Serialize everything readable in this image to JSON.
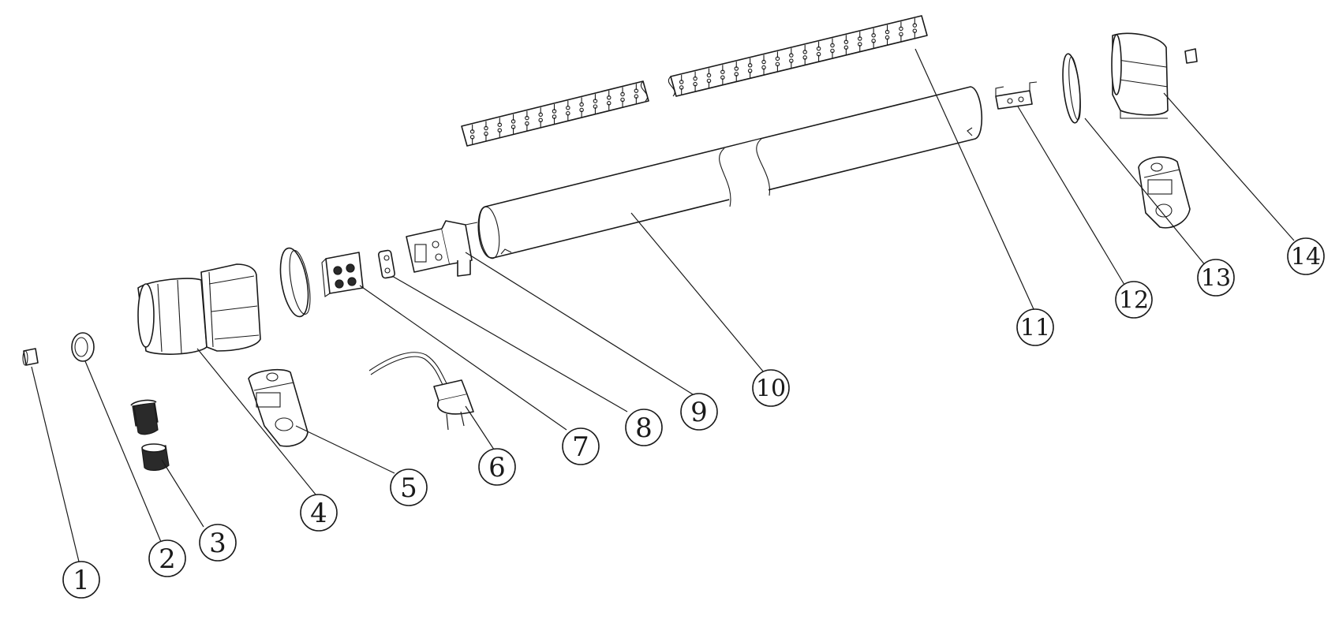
{
  "callouts": [
    {
      "id": 1,
      "label": "1"
    },
    {
      "id": 2,
      "label": "2"
    },
    {
      "id": 3,
      "label": "3"
    },
    {
      "id": 4,
      "label": "4"
    },
    {
      "id": 5,
      "label": "5"
    },
    {
      "id": 6,
      "label": "6"
    },
    {
      "id": 7,
      "label": "7"
    },
    {
      "id": 8,
      "label": "8"
    },
    {
      "id": 9,
      "label": "9"
    },
    {
      "id": 10,
      "label": "10"
    },
    {
      "id": 11,
      "label": "11"
    },
    {
      "id": 12,
      "label": "12"
    },
    {
      "id": 13,
      "label": "13"
    },
    {
      "id": 14,
      "label": "14"
    }
  ]
}
